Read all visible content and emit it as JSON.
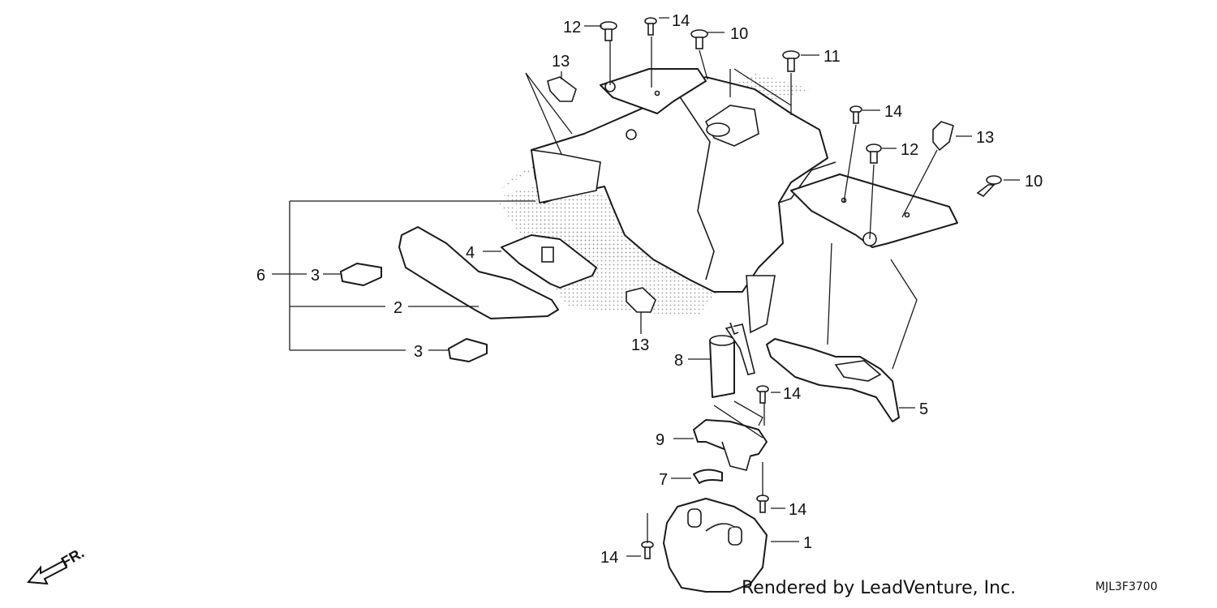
{
  "callouts": {
    "c12a": "12",
    "c14a": "14",
    "c10a": "10",
    "c11": "11",
    "c13a": "13",
    "c14b": "14",
    "c13b": "13",
    "c12b": "12",
    "c10b": "10",
    "c6": "6",
    "c3a": "3",
    "c4": "4",
    "c2": "2",
    "c3b": "3",
    "c13c": "13",
    "c8": "8",
    "c14c": "14",
    "c5": "5",
    "c9": "9",
    "c7": "7",
    "c14d": "14",
    "c14e": "14",
    "c1": "1"
  },
  "orientation_label": "FR.",
  "footer": {
    "rendered_by": "Rendered by LeadVenture, Inc.",
    "diagram_code": "MJL3F3700"
  }
}
